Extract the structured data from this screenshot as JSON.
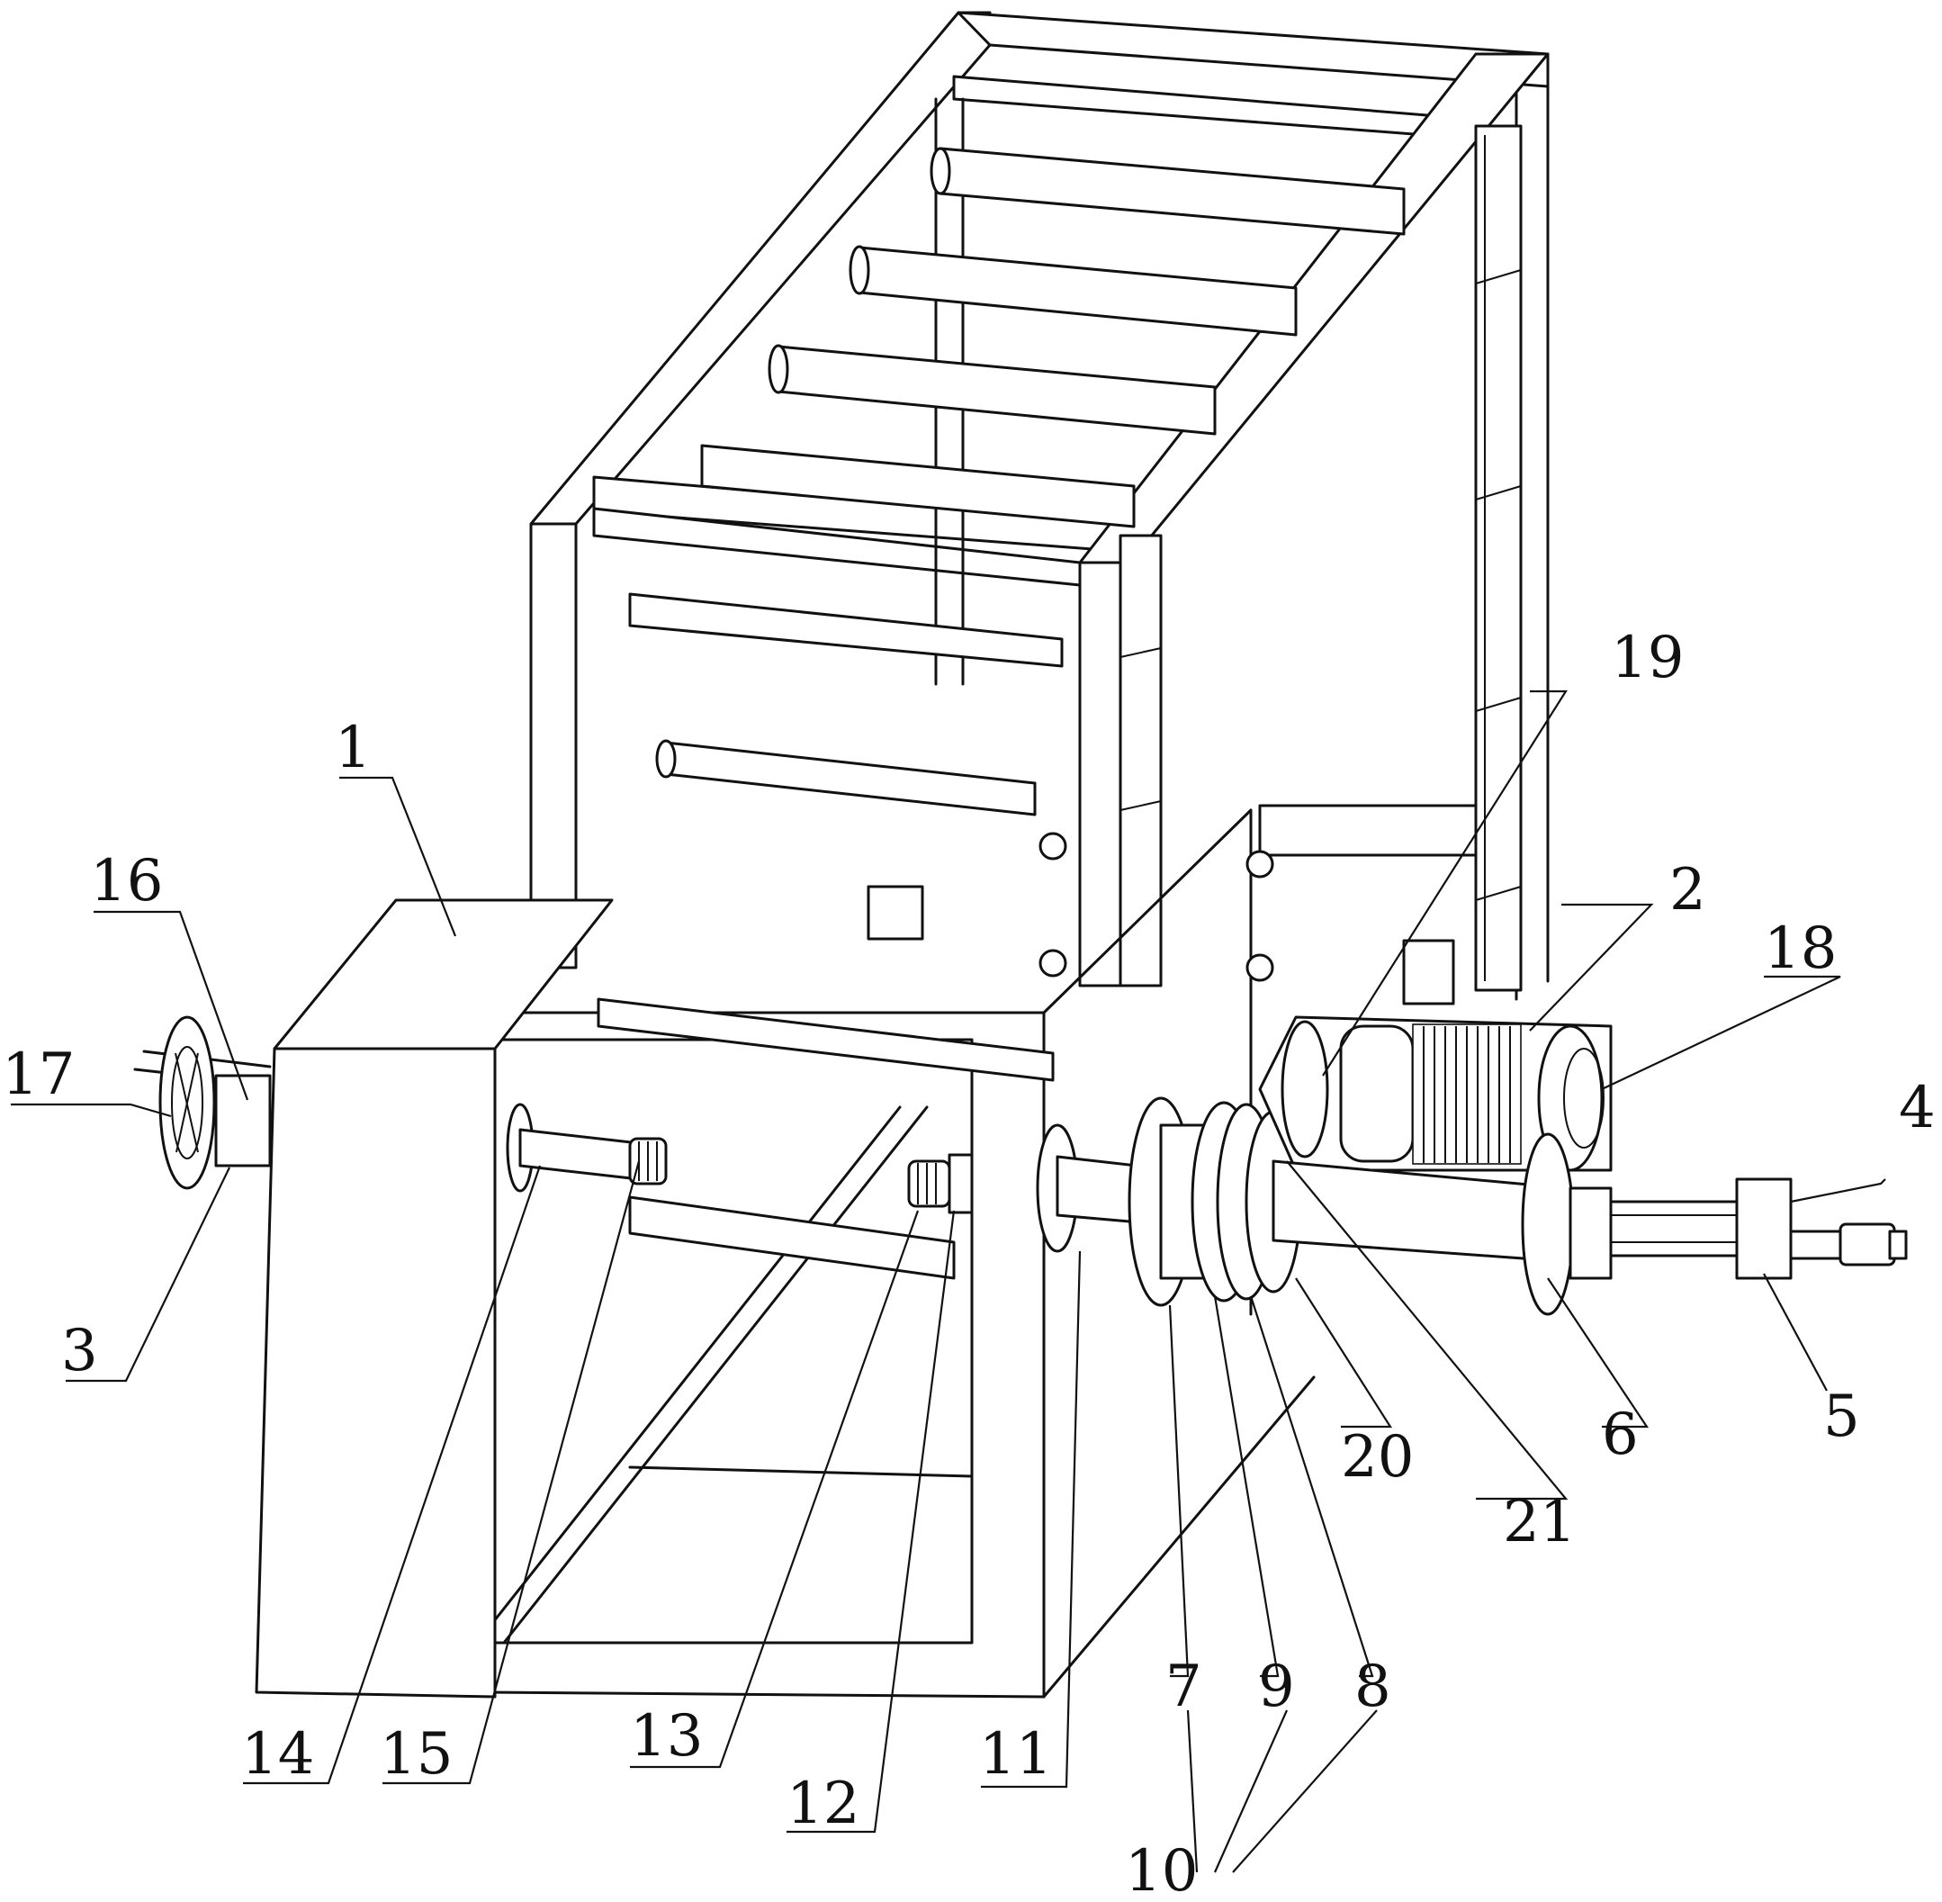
{
  "figure": {
    "labels": [
      {
        "id": "1",
        "text": "1"
      },
      {
        "id": "2",
        "text": "2"
      },
      {
        "id": "3",
        "text": "3"
      },
      {
        "id": "4",
        "text": "4"
      },
      {
        "id": "5",
        "text": "5"
      },
      {
        "id": "6",
        "text": "6"
      },
      {
        "id": "7",
        "text": "7"
      },
      {
        "id": "8",
        "text": "8"
      },
      {
        "id": "9",
        "text": "9"
      },
      {
        "id": "10",
        "text": "10"
      },
      {
        "id": "11",
        "text": "11"
      },
      {
        "id": "12",
        "text": "12"
      },
      {
        "id": "13",
        "text": "13"
      },
      {
        "id": "14",
        "text": "14"
      },
      {
        "id": "15",
        "text": "15"
      },
      {
        "id": "16",
        "text": "16"
      },
      {
        "id": "17",
        "text": "17"
      },
      {
        "id": "18",
        "text": "18"
      },
      {
        "id": "19",
        "text": "19"
      },
      {
        "id": "20",
        "text": "20"
      },
      {
        "id": "21",
        "text": "21"
      }
    ]
  }
}
